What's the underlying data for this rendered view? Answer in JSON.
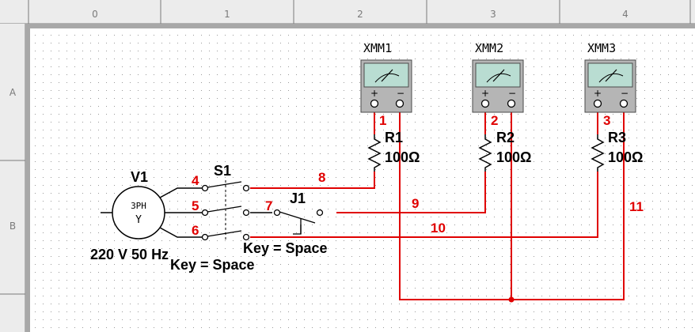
{
  "ruler": {
    "columns": [
      "0",
      "1",
      "2",
      "3",
      "4"
    ],
    "rows": [
      "A",
      "B"
    ]
  },
  "source": {
    "name": "V1",
    "symbol_top": "3PH",
    "symbol_bottom": "Y",
    "rating": "220 V 50 Hz"
  },
  "switch_s1": {
    "name": "S1",
    "key": "Key = Space"
  },
  "switch_j1": {
    "name": "J1",
    "key": "Key = Space"
  },
  "multimeters": [
    {
      "name": "XMM1"
    },
    {
      "name": "XMM2"
    },
    {
      "name": "XMM3"
    }
  ],
  "resistors": [
    {
      "name": "R1",
      "value": "100Ω"
    },
    {
      "name": "R2",
      "value": "100Ω"
    },
    {
      "name": "R3",
      "value": "100Ω"
    }
  ],
  "nodes": {
    "n1": "1",
    "n2": "2",
    "n3": "3",
    "n4": "4",
    "n5": "5",
    "n6": "6",
    "n7": "7",
    "n8": "8",
    "n9": "9",
    "n10": "10",
    "n11": "11"
  },
  "colors": {
    "wire": "#e00000",
    "node_label": "#e00000",
    "ruler_bg": "#ececec",
    "meter_face": "#b9ddd2",
    "meter_body": "#b5b5b5"
  }
}
